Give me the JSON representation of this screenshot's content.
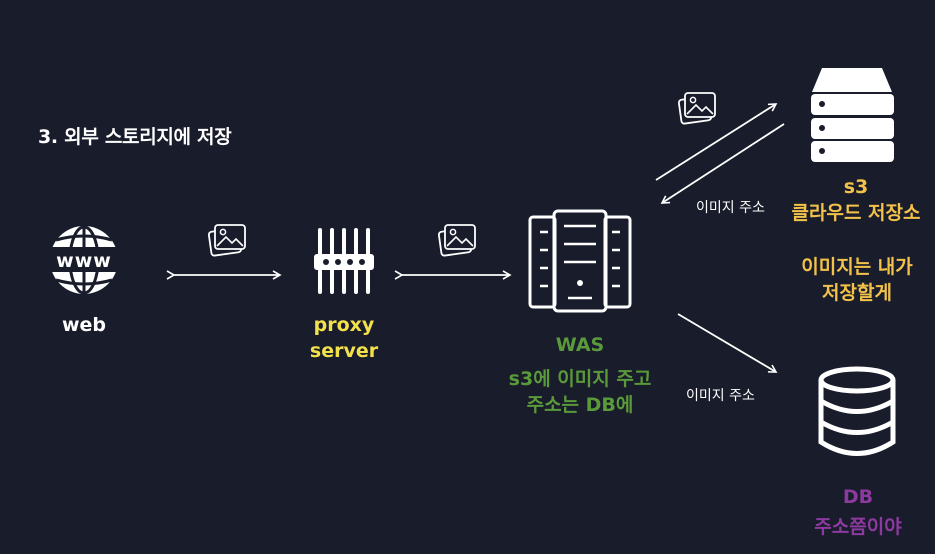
{
  "title": "3. 외부 스토리지에 저장",
  "nodes": {
    "web": {
      "label": "web"
    },
    "proxy": {
      "label_line1": "proxy",
      "label_line2": "server"
    },
    "was": {
      "label": "WAS",
      "note_line1": "s3에 이미지 주고",
      "note_line2": "주소는 DB에"
    },
    "s3": {
      "label_line1": "s3",
      "label_line2": "클라우드 저장소",
      "note_line1": "이미지는 내가",
      "note_line2": "저장할게"
    },
    "db": {
      "label_line1": "DB",
      "label_line2": "주소쯤이야"
    }
  },
  "edges": {
    "s3_to_was": "이미지 주소",
    "was_to_db": "이미지 주소"
  },
  "colors": {
    "background": "#191c2b",
    "proxy_label": "#f2e14a",
    "was_label": "#5a9a3a",
    "s3_note": "#f2c24a",
    "db_label": "#8d3aa0"
  },
  "icons": [
    "www-globe-icon",
    "image-icon",
    "proxy-filter-icon",
    "server-rack-icon",
    "storage-server-icon",
    "database-icon"
  ]
}
